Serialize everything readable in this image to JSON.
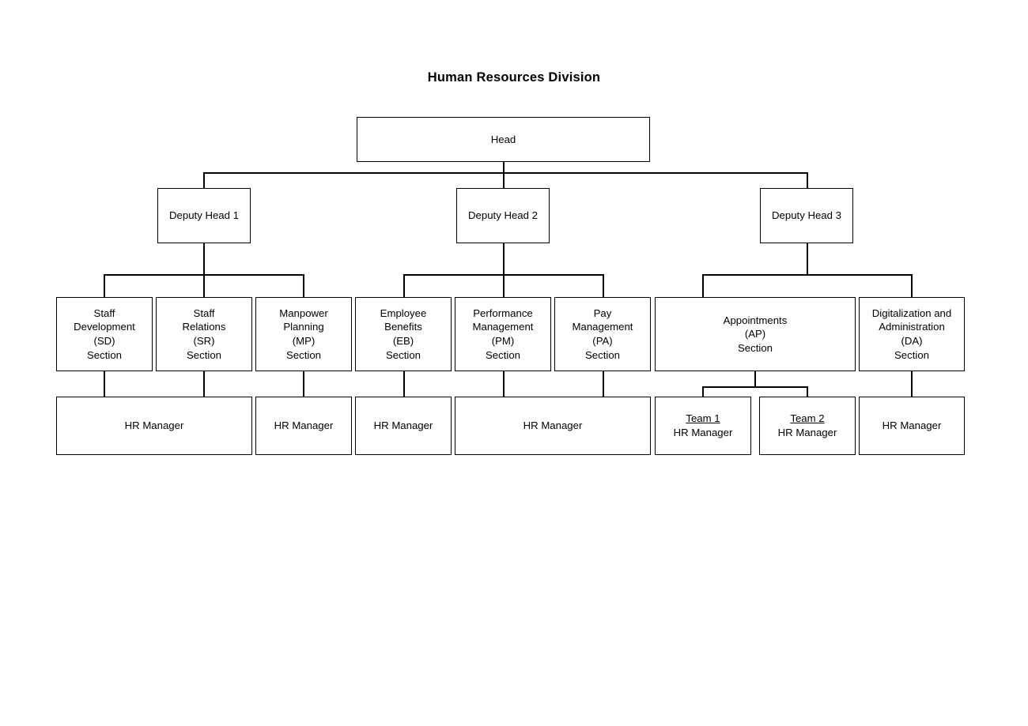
{
  "title": "Human Resources Division",
  "chart_data": {
    "type": "diagram",
    "diagram_kind": "organization-chart",
    "title": "Human Resources Division",
    "levels": [
      "Head",
      "Deputy Heads",
      "Sections",
      "Managers"
    ],
    "nodes": [
      {
        "id": "head",
        "label": "Head",
        "level": 0,
        "parent": null
      },
      {
        "id": "dh1",
        "label": "Deputy Head 1",
        "level": 1,
        "parent": "head"
      },
      {
        "id": "dh2",
        "label": "Deputy Head 2",
        "level": 1,
        "parent": "head"
      },
      {
        "id": "dh3",
        "label": "Deputy Head 3",
        "level": 1,
        "parent": "head"
      },
      {
        "id": "sd",
        "label": "Staff\nDevelopment\n(SD)\nSection",
        "level": 2,
        "parent": "dh1"
      },
      {
        "id": "sr",
        "label": "Staff\nRelations\n(SR)\nSection",
        "level": 2,
        "parent": "dh1"
      },
      {
        "id": "mp",
        "label": "Manpower\nPlanning\n(MP)\nSection",
        "level": 2,
        "parent": "dh1"
      },
      {
        "id": "eb",
        "label": "Employee\nBenefits\n(EB)\nSection",
        "level": 2,
        "parent": "dh2"
      },
      {
        "id": "pm",
        "label": "Performance\nManagement\n(PM)\nSection",
        "level": 2,
        "parent": "dh2"
      },
      {
        "id": "pa",
        "label": "Pay\nManagement\n(PA)\nSection",
        "level": 2,
        "parent": "dh2"
      },
      {
        "id": "ap",
        "label": "Appointments\n(AP)\nSection",
        "level": 2,
        "parent": "dh3"
      },
      {
        "id": "da",
        "label": "Digitalization and\nAdministration\n(DA)\nSection",
        "level": 2,
        "parent": "dh3"
      },
      {
        "id": "hr1",
        "label": "HR Manager",
        "level": 3,
        "parent": "sd,sr"
      },
      {
        "id": "hr2",
        "label": "HR Manager",
        "level": 3,
        "parent": "mp"
      },
      {
        "id": "hr3",
        "label": "HR Manager",
        "level": 3,
        "parent": "eb"
      },
      {
        "id": "hr4",
        "label": "HR Manager",
        "level": 3,
        "parent": "pm,pa"
      },
      {
        "id": "team1",
        "label": "Team 1 / HR Manager",
        "level": 3,
        "parent": "ap"
      },
      {
        "id": "team2",
        "label": "Team 2 / HR Manager",
        "level": 3,
        "parent": "ap"
      },
      {
        "id": "hr5",
        "label": "HR Manager",
        "level": 3,
        "parent": "da"
      }
    ]
  },
  "boxes": {
    "head": {
      "label": "Head"
    },
    "deputy1": {
      "label": "Deputy Head 1"
    },
    "deputy2": {
      "label": "Deputy Head 2"
    },
    "deputy3": {
      "label": "Deputy Head 3"
    },
    "section_sd": {
      "label": "Staff\nDevelopment\n(SD)\nSection"
    },
    "section_sr": {
      "label": "Staff\nRelations\n(SR)\nSection"
    },
    "section_mp": {
      "label": "Manpower\nPlanning\n(MP)\nSection"
    },
    "section_eb": {
      "label": "Employee\nBenefits\n(EB)\nSection"
    },
    "section_pm": {
      "label": "Performance\nManagement\n(PM)\nSection"
    },
    "section_pa": {
      "label": "Pay\nManagement\n(PA)\nSection"
    },
    "section_ap": {
      "label": "Appointments\n(AP)\nSection"
    },
    "section_da": {
      "label": "Digitalization and\nAdministration\n(DA)\nSection"
    },
    "manager_sd_sr": {
      "label": "HR Manager"
    },
    "manager_mp": {
      "label": "HR Manager"
    },
    "manager_eb": {
      "label": "HR Manager"
    },
    "manager_pm_pa": {
      "label": "HR Manager"
    },
    "team1": {
      "team": "Team 1",
      "role": "HR Manager"
    },
    "team2": {
      "team": "Team 2",
      "role": "HR Manager"
    },
    "manager_da": {
      "label": "HR Manager"
    }
  },
  "colors": {
    "line": "#000000",
    "box_fill": "#ffffff",
    "text": "#000000",
    "background": "#ffffff"
  }
}
